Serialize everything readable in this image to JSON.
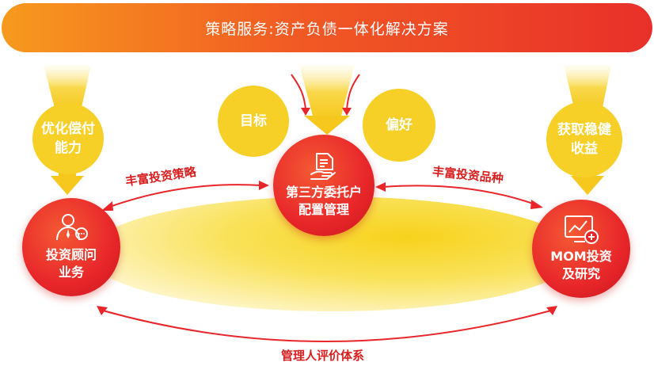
{
  "banner": {
    "title": "策略服务:资产负债一体化解决方案"
  },
  "yellow_nodes": {
    "left": "优化偿付\n能力",
    "target": "目标",
    "preference": "偏好",
    "right": "获取稳健\n收益"
  },
  "red_nodes": {
    "center": "第三方委托户\n配置管理",
    "left": "投资顾问\n业务",
    "right": "MOM投资\n及研究"
  },
  "arrow_labels": {
    "left": "丰富投资策略",
    "right": "丰富投资品种",
    "bottom": "管理人评价体系"
  },
  "colors": {
    "red": "#e8262a",
    "yellow": "#f6d027",
    "orange": "#f79a1e"
  }
}
